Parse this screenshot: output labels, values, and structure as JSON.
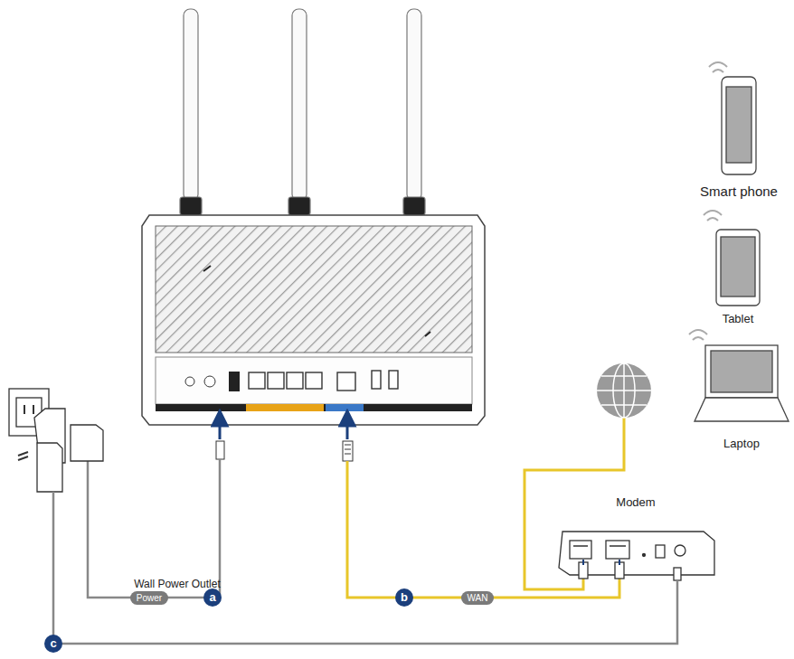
{
  "diagram": {
    "nodes": [
      {
        "text": [
          "Modem"
        ]
      },
      {
        "text": [
          "a"
        ]
      },
      {
        "text": [
          "Power"
        ]
      },
      {
        "text": [
          "b"
        ]
      },
      {
        "text": [
          "WAN"
        ]
      },
      {
        "text": [
          "c"
        ]
      }
    ],
    "labels": [
      "Smart phone",
      "Tablet",
      "Laptop",
      "Wall Power Outlet"
    ]
  }
}
